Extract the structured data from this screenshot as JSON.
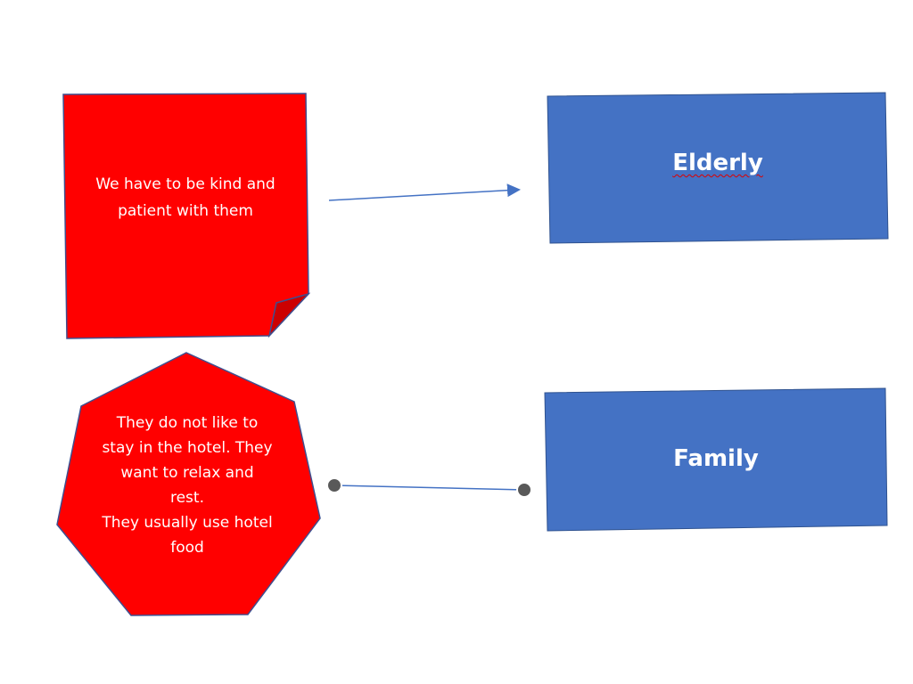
{
  "shapes": {
    "note": {
      "text": "We have to be kind and\npatient with them",
      "fill": "#FF0000"
    },
    "heptagon": {
      "text": "They do not like to\nstay in the hotel. They\nwant to relax and\nrest.\nThey usually use hotel\nfood",
      "fill": "#FF0000"
    },
    "elderly_box": {
      "text": "Elderly",
      "fill": "#4472C4"
    },
    "family_box": {
      "text": "Family",
      "fill": "#4472C4"
    }
  },
  "connectors": {
    "color": "#4472C4",
    "handle_color": "#595959"
  }
}
